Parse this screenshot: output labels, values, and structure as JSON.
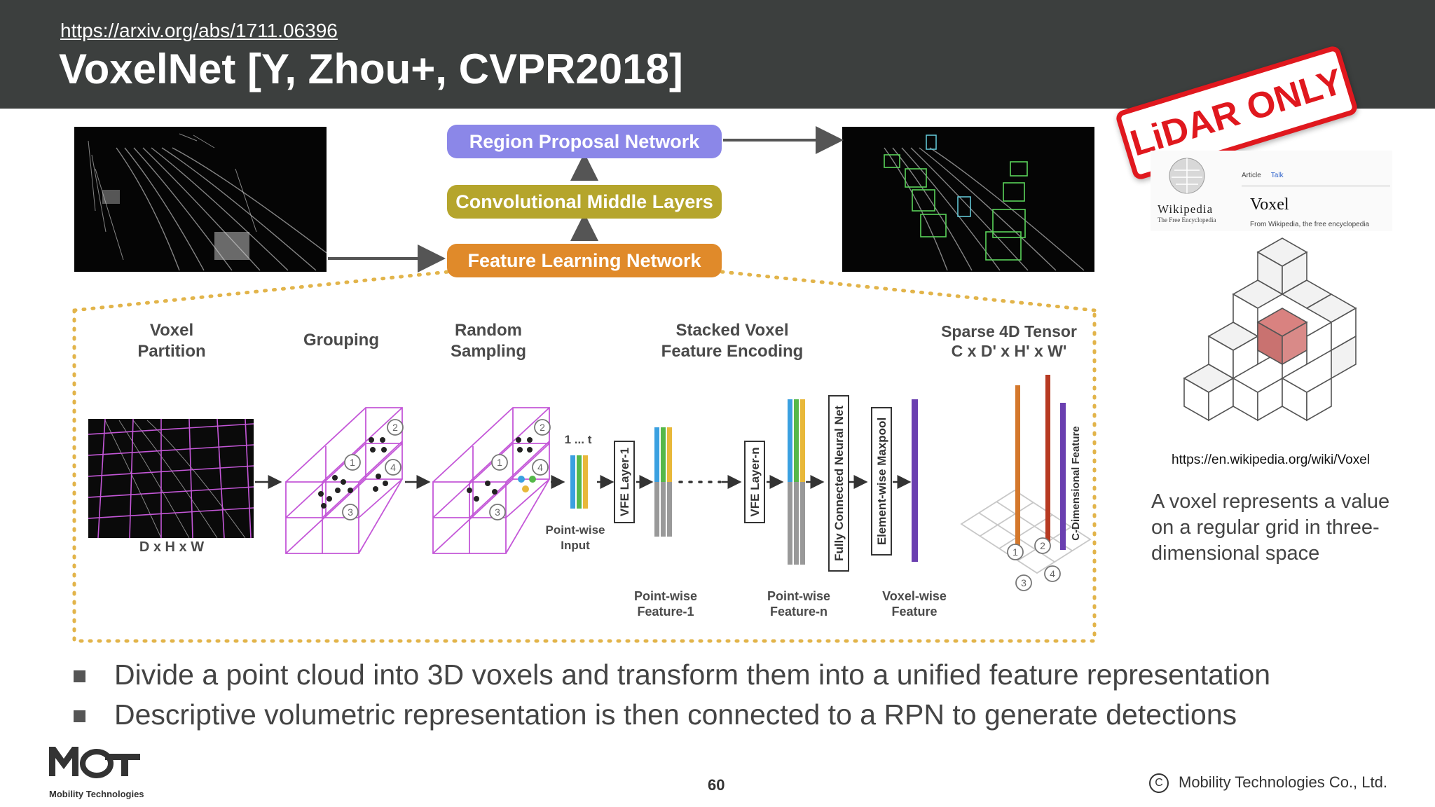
{
  "header": {
    "url": "https://arxiv.org/abs/1711.06396",
    "title": "VoxelNet [Y, Zhou+, CVPR2018]"
  },
  "stamp": {
    "text": "LiDAR ONLY"
  },
  "pipeline": {
    "rpn": "Region Proposal Network",
    "cml": "Convolutional Middle Layers",
    "fln": "Feature Learning Network"
  },
  "stages": {
    "voxel_partition": [
      "Voxel",
      "Partition"
    ],
    "grouping": "Grouping",
    "random_sampling": [
      "Random",
      "Sampling"
    ],
    "stacked": [
      "Stacked Voxel",
      "Feature Encoding"
    ],
    "sparse": [
      "Sparse 4D Tensor",
      "C x D' x H' x W'"
    ]
  },
  "labels": {
    "dxhxw": "D x H x W",
    "one_to_t": "1 ... t",
    "pointwise_input": [
      "Point-wise",
      "Input"
    ],
    "vfe1": "VFE Layer-1",
    "vfen": "VFE Layer-n",
    "fcnn": "Fully Connected Neural Net",
    "maxpool": "Element-wise Maxpool",
    "pf1": [
      "Point-wise",
      "Feature-1"
    ],
    "pfn": [
      "Point-wise",
      "Feature-n"
    ],
    "vwf": [
      "Voxel-wise",
      "Feature"
    ],
    "cdim": "C-Dimensional Feature",
    "circles": [
      "1",
      "2",
      "3",
      "4"
    ]
  },
  "wiki": {
    "name": "Wikipedia",
    "tagline": "The Free Encyclopedia",
    "tab_article": "Article",
    "tab_talk": "Talk",
    "heading": "Voxel",
    "from": "From Wikipedia, the free encyclopedia",
    "url": "https://en.wikipedia.org/wiki/Voxel",
    "description": "A voxel represents a value on a regular grid in three-dimensional space"
  },
  "bullets": [
    "Divide a point cloud into 3D voxels and transform them into a unified feature representation",
    "Descriptive volumetric representation is then connected to a RPN to generate detections"
  ],
  "footer": {
    "page": "60",
    "copyright_symbol": "C",
    "company": "Mobility Technologies Co., Ltd.",
    "logo_text": "MoT",
    "logo_sub": "Mobility Technologies"
  },
  "colors": {
    "header_bg": "#3c3f3e",
    "rpn": "#8b87e8",
    "cml": "#b5a52c",
    "fln": "#e08a2a",
    "stamp": "#e0181e",
    "voxel_grid": "#c457d8",
    "dotted": "#e2b44a"
  }
}
